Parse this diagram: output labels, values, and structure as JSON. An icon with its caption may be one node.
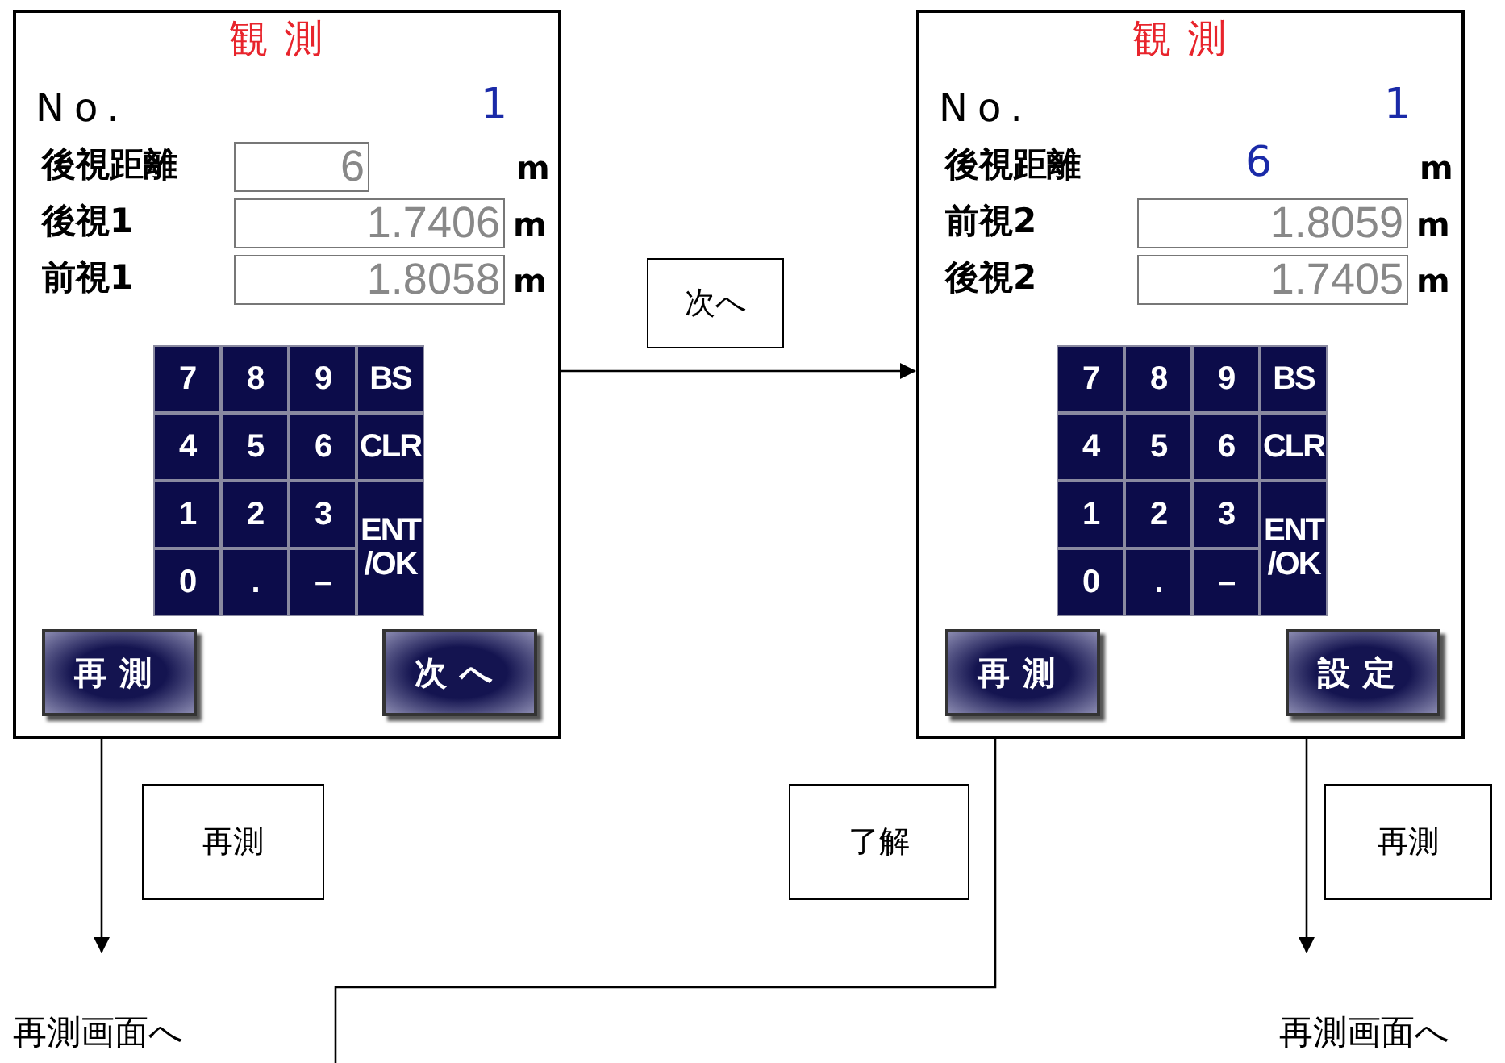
{
  "diagram": {
    "nodes": [
      {
        "text": [
          "観測"
        ]
      },
      {
        "text": [
          "6"
        ],
        "in": 0
      },
      {
        "text": [
          "1.7406"
        ],
        "in": 0
      },
      {
        "text": [
          "1.8058"
        ],
        "in": 0
      },
      {
        "text": [],
        "shape": "box",
        "in": 0
      },
      {
        "text": [
          "7"
        ],
        "in": 4
      },
      {
        "text": [
          "8"
        ],
        "in": 4
      },
      {
        "text": [
          "9"
        ],
        "in": 4
      },
      {
        "text": [
          "BS"
        ],
        "in": 4
      },
      {
        "text": [
          "4"
        ],
        "in": 4
      },
      {
        "text": [
          "5"
        ],
        "in": 4
      },
      {
        "text": [
          "6"
        ],
        "in": 4
      },
      {
        "text": [
          "CLR"
        ],
        "in": 4
      },
      {
        "text": [
          "1"
        ],
        "in": 4
      },
      {
        "text": [
          "2"
        ],
        "in": 4
      },
      {
        "text": [
          "3"
        ],
        "in": 4
      },
      {
        "text": [
          "ENT /OK"
        ],
        "in": 4
      },
      {
        "text": [
          "0"
        ],
        "in": 4
      },
      {
        "text": [
          "."
        ],
        "in": 4
      },
      {
        "text": [
          "–"
        ],
        "in": 4
      },
      {
        "text": [
          "再測"
        ],
        "in": 0
      },
      {
        "text": [
          "次へ"
        ],
        "in": 0
      },
      {
        "text": [
          "観測"
        ]
      },
      {
        "text": [
          "1.8059"
        ],
        "in": 22
      },
      {
        "text": [
          "1.7405"
        ],
        "in": 22
      },
      {
        "text": [],
        "shape": "box",
        "in": 22
      },
      {
        "text": [
          "7"
        ],
        "in": 25
      },
      {
        "text": [
          "8"
        ],
        "in": 25
      },
      {
        "text": [
          "9"
        ],
        "in": 25
      },
      {
        "text": [
          "BS"
        ],
        "in": 25
      },
      {
        "text": [
          "4"
        ],
        "in": 25
      },
      {
        "text": [
          "5"
        ],
        "in": 25
      },
      {
        "text": [
          "6"
        ],
        "in": 25
      },
      {
        "text": [
          "CLR"
        ],
        "in": 25
      },
      {
        "text": [
          "1"
        ],
        "in": 25
      },
      {
        "text": [
          "2"
        ],
        "in": 25
      },
      {
        "text": [
          "3"
        ],
        "in": 25
      },
      {
        "text": [
          "ENT /OK"
        ],
        "in": 25
      },
      {
        "text": [
          "0"
        ],
        "in": 25
      },
      {
        "text": [
          "."
        ],
        "in": 25
      },
      {
        "text": [
          "–"
        ],
        "in": 25
      },
      {
        "text": [
          "再測"
        ],
        "in": 22
      },
      {
        "text": [
          "設定"
        ],
        "in": 22
      },
      {
        "text": [
          "再測画面へ"
        ]
      },
      {
        "text": [
          "再測画面へ"
        ]
      }
    ],
    "edges": [
      {
        "from": 0,
        "to": 22,
        "arrow": "to",
        "label": "次へ"
      },
      {
        "from": 0,
        "to": 43,
        "arrow": "to",
        "label": "再測"
      },
      {
        "from": 22,
        "to": null,
        "arrow": "none",
        "label": "了解"
      },
      {
        "from": 22,
        "to": 44,
        "arrow": "to",
        "label": "再測"
      }
    ],
    "labels": [
      "No.",
      "1",
      "後視距離",
      "m",
      "後視1",
      "m",
      "前視1",
      "m",
      "No.",
      "1",
      "後視距離",
      "6",
      "m",
      "前視2",
      "m",
      "後視2",
      "m"
    ]
  }
}
